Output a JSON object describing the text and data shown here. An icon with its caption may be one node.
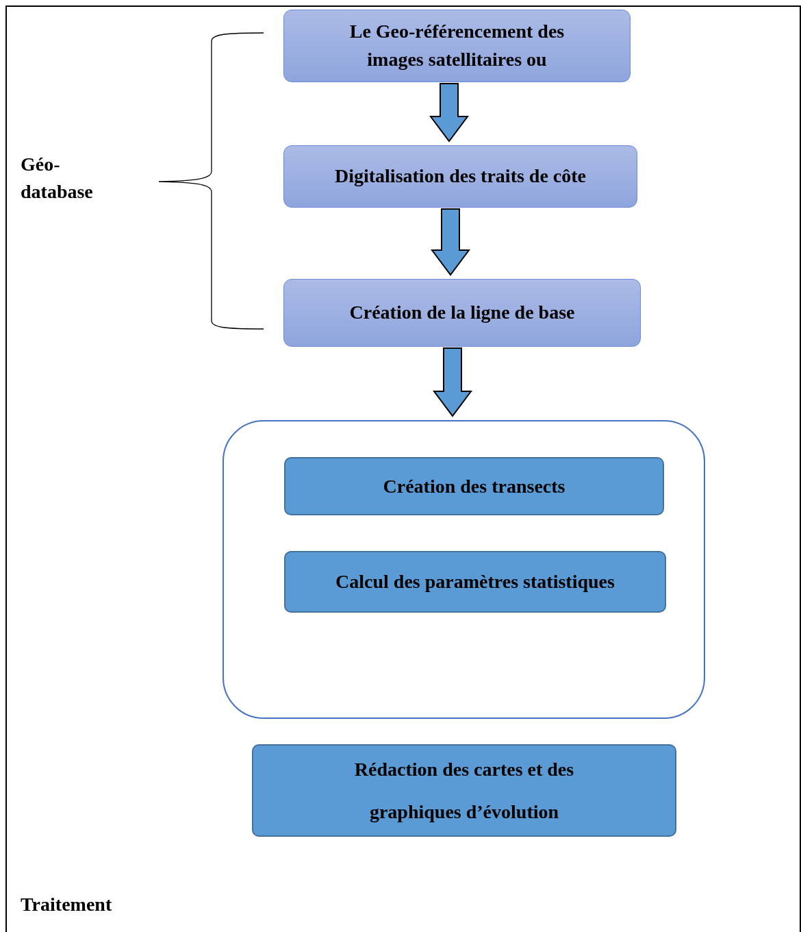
{
  "diagram": {
    "nodes": [
      {
        "text": [
          "Le Geo-référencement des images satellitaires ou"
        ]
      },
      {
        "text": [
          "Digitalisation des traits de côte"
        ]
      },
      {
        "text": [
          "Création de la ligne de base"
        ]
      },
      {
        "text": [],
        "shape": "box"
      },
      {
        "text": [
          "Création des transects"
        ],
        "in": 3
      },
      {
        "text": [
          "Calcul des paramètres statistiques"
        ],
        "in": 3
      },
      {
        "text": [
          "Rédaction des cartes et des graphiques d’évolution"
        ]
      }
    ],
    "edges": [
      {
        "from": 0,
        "to": 1,
        "arrow": "to"
      },
      {
        "from": 1,
        "to": 2,
        "arrow": "to"
      },
      {
        "from": 2,
        "to": 3,
        "arrow": "to"
      }
    ],
    "labels": [
      "Géo- database",
      "Traitement"
    ]
  }
}
